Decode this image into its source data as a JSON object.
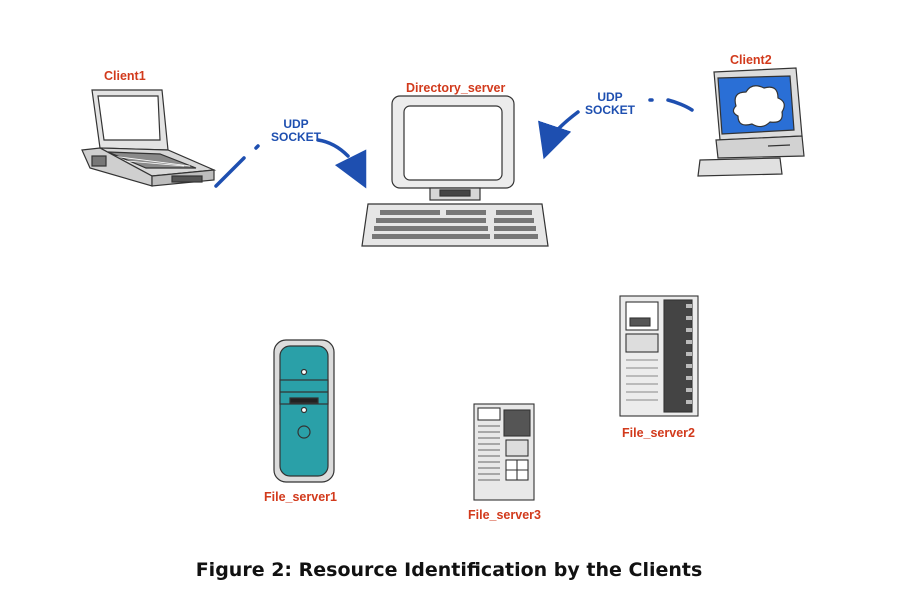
{
  "nodes": {
    "client1": "Client1",
    "client2": "Client2",
    "directory_server": "Directory_server",
    "file_server1": "File_server1",
    "file_server2": "File_server2",
    "file_server3": "File_server3"
  },
  "links": {
    "left": {
      "protocol": "UDP",
      "type": "SOCKET"
    },
    "right": {
      "protocol": "UDP",
      "type": "SOCKET"
    }
  },
  "caption": "Figure 2: Resource Identification by the Clients",
  "colors": {
    "node_label": "#d23a1c",
    "link": "#1e4fb0",
    "teal": "#2aa0a8"
  }
}
